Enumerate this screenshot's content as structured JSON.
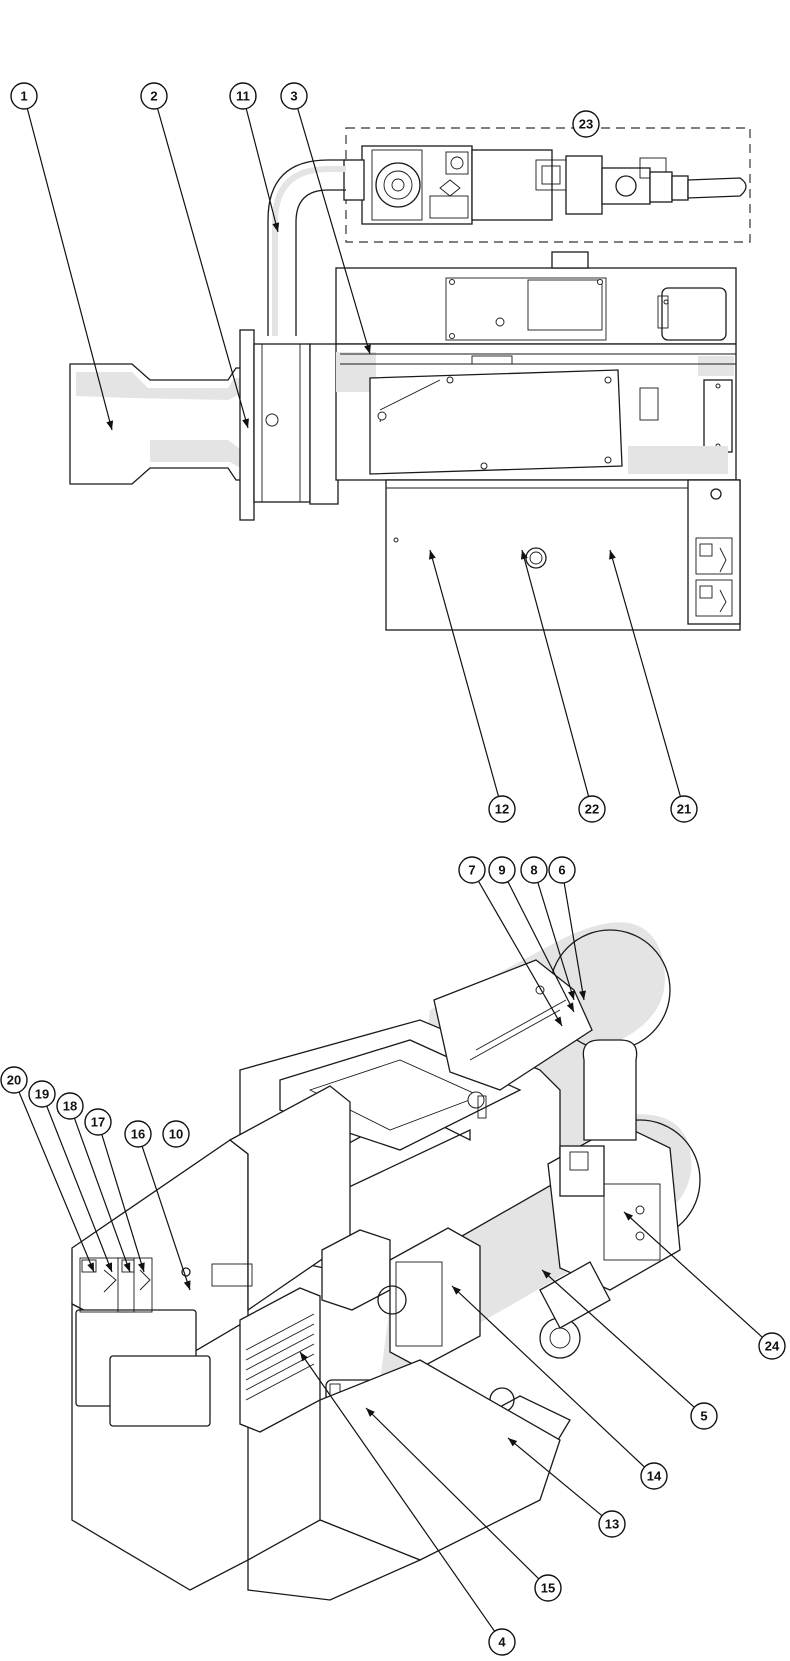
{
  "callouts": [
    {
      "id": "c1",
      "label": "1"
    },
    {
      "id": "c2",
      "label": "2"
    },
    {
      "id": "c11",
      "label": "11"
    },
    {
      "id": "c3",
      "label": "3"
    },
    {
      "id": "c23",
      "label": "23"
    },
    {
      "id": "c12",
      "label": "12"
    },
    {
      "id": "c22",
      "label": "22"
    },
    {
      "id": "c21",
      "label": "21"
    },
    {
      "id": "c7",
      "label": "7"
    },
    {
      "id": "c9",
      "label": "9"
    },
    {
      "id": "c8",
      "label": "8"
    },
    {
      "id": "c6",
      "label": "6"
    },
    {
      "id": "c20",
      "label": "20"
    },
    {
      "id": "c19",
      "label": "19"
    },
    {
      "id": "c18",
      "label": "18"
    },
    {
      "id": "c17",
      "label": "17"
    },
    {
      "id": "c16",
      "label": "16"
    },
    {
      "id": "c10",
      "label": "10"
    },
    {
      "id": "c24",
      "label": "24"
    },
    {
      "id": "c5",
      "label": "5"
    },
    {
      "id": "c14",
      "label": "14"
    },
    {
      "id": "c13",
      "label": "13"
    },
    {
      "id": "c15",
      "label": "15"
    },
    {
      "id": "c4",
      "label": "4"
    }
  ],
  "colors": {
    "line": "#1a1a1a",
    "shade": "#e4e4e4",
    "background": "#ffffff"
  }
}
